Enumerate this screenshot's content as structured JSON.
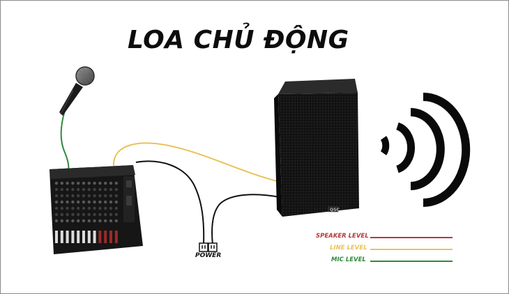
{
  "title": "LOA CHỦ ĐỘNG",
  "power_label": "POWER",
  "speaker_brand": "QSC",
  "legend": [
    {
      "label": "SPEAKER LEVEL",
      "color": "#b5393a"
    },
    {
      "label": "LINE LEVEL",
      "color": "#e8c25a"
    },
    {
      "label": "MIC LEVEL",
      "color": "#2e8b3a"
    }
  ],
  "colors": {
    "mic_cable": "#2e8b3a",
    "line_cable": "#e8c25a",
    "power_cable": "#111111",
    "device_body": "#151515"
  },
  "icons": [
    "microphone",
    "audio-mixer",
    "active-speaker",
    "power-outlet",
    "sound-waves"
  ]
}
